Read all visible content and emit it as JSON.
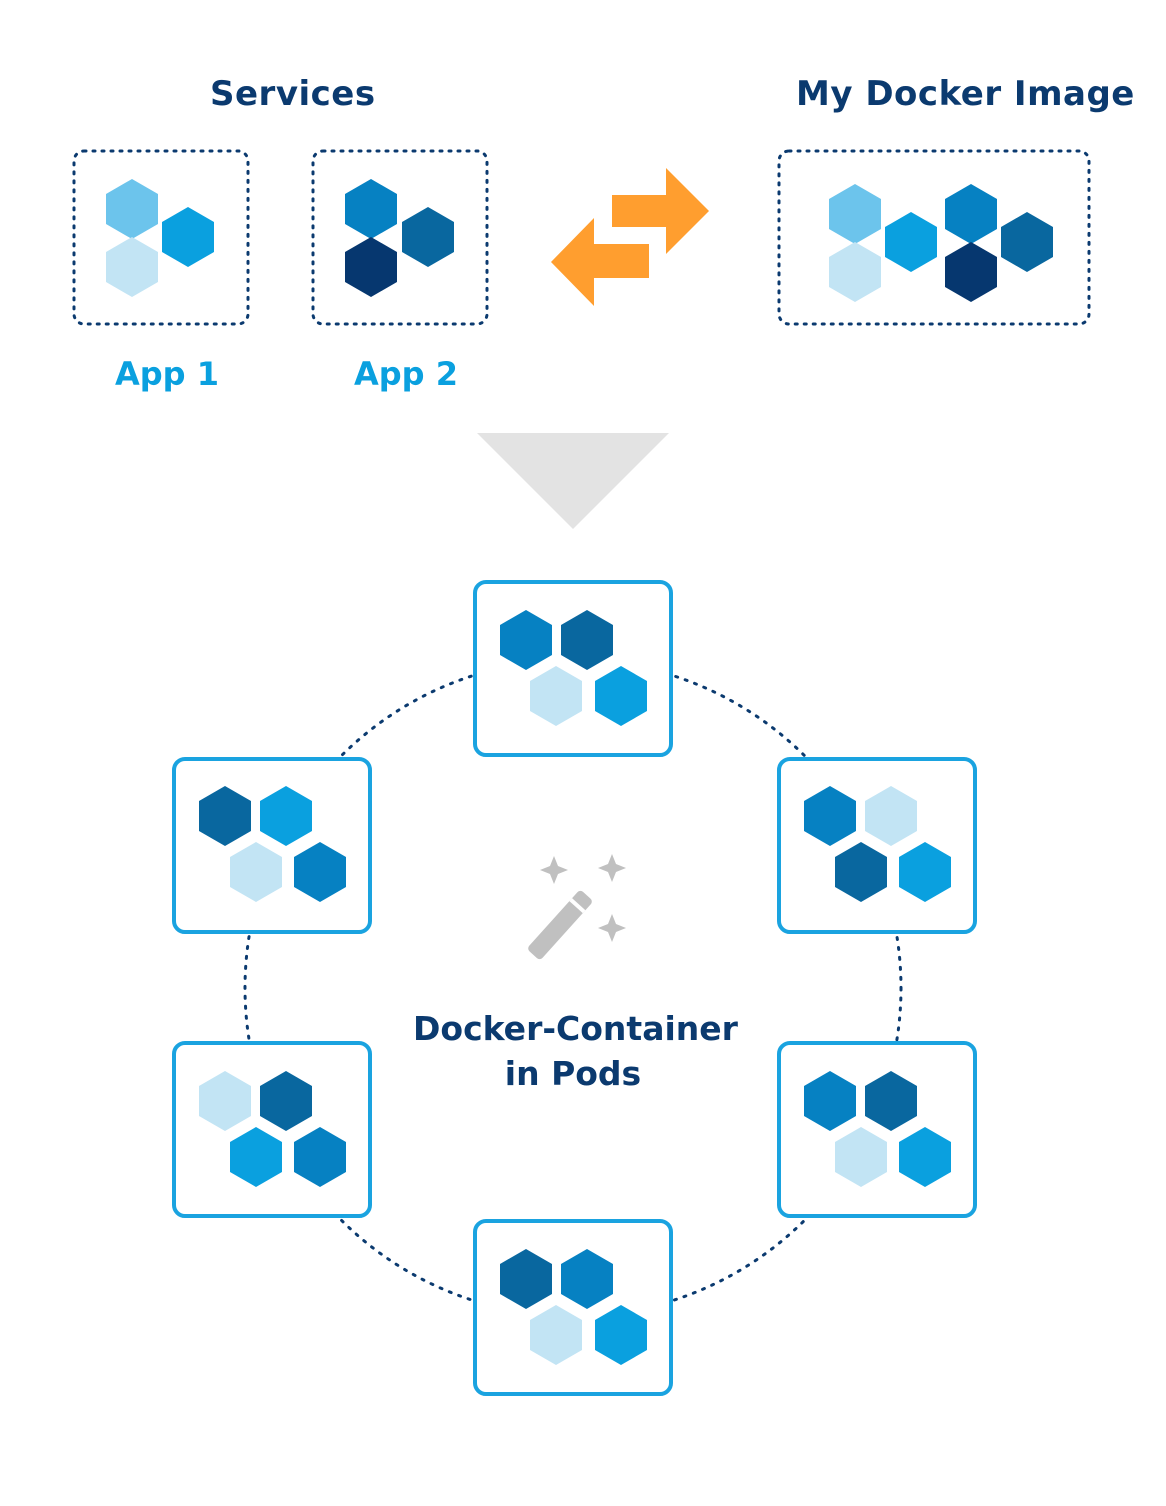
{
  "labels": {
    "services": "Services",
    "docker_image": "My Docker Image",
    "app1": "App 1",
    "app2": "App 2",
    "center_line1": "Docker-Container",
    "center_line2": "in Pods"
  },
  "colors": {
    "navy": "#0b3a6f",
    "dark_navy": "#06376f",
    "mid_blue": "#0681c2",
    "steel_blue": "#09679f",
    "bright_blue": "#0aa0df",
    "sky_blue": "#6cc4ec",
    "pale_blue": "#c2e4f4",
    "orange": "#ff9e2f",
    "pod_border": "#1aa3e0",
    "dotted_frame": "#0b3a6f",
    "gray_arrow": "#e3e3e3",
    "wand_gray": "#c0c0c0"
  },
  "icons": [
    "swap-arrows-icon",
    "down-triangle-icon",
    "magic-wand-icon",
    "hexagon-icon"
  ]
}
